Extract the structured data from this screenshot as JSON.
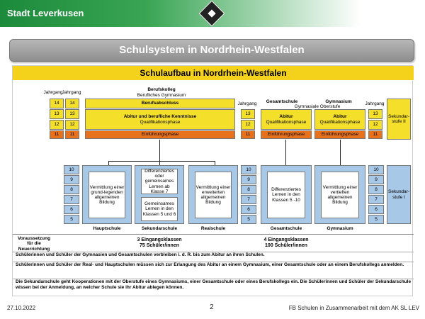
{
  "header": {
    "brand": "Stadt Leverkusen"
  },
  "slide": {
    "title": "Schulsystem in Nordrhein-Westfalen"
  },
  "diagram": {
    "title": "Schulaufbau in Nordrhein-Westfalen",
    "jahrgang": "Jahrgang",
    "jahrgang2": "Jahrgang",
    "upper_years": [
      "14",
      "13",
      "12",
      "11"
    ],
    "mid_years": [
      "13",
      "12",
      "11"
    ],
    "lower_years": [
      "10",
      "9",
      "8",
      "7",
      "6",
      "5"
    ],
    "berufskolleg": "Berufskolleg",
    "berufl_gym": "Berufliches Gymnasium",
    "berufsabschluss": "Berufsabschluss",
    "abitur_kenntnisse": "Abitur und berufliche Kenntnisse",
    "qualifikationsphase": "Qualifikationsphase",
    "einfuehrungsphase": "Einführungsphase",
    "gesamtschule": "Gesamtschule",
    "gymnasiale_oberstufe": "Gymnasiale Oberstufe",
    "gymnasium": "Gymnasium",
    "abitur": "Abitur",
    "sekundarstufe_ii": "Sekundar-stufe II",
    "sekundarstufe_i": "Sekundar-stufe I",
    "haupt_text": "Vermittlung einer grund-legenden allgemeinen Bildung",
    "sek_text1": "Differenziertes oder gemeinsames Lernen ab Klasse 7",
    "sek_text2": "Gemeinsames Lernen in den Klassen 5 und 6",
    "real_text": "Vermittlung einer erweiterten allgemeinen Bildung",
    "ges_text": "Differenziertes Lernen in den Klassen 5 -10",
    "gym_text": "Vermittlung einer vertieften allgemeinen Bildung",
    "hauptschule": "Hauptschule",
    "sekundarschule": "Sekundarschule",
    "realschule": "Realschule",
    "gesamtschule_label": "Gesamtschule",
    "gymnasium_label": "Gymnasium",
    "voraussetzung": "Voraussetzung für die Neuerrichtung",
    "sek_req": "3 Eingangsklassen 75 Schüler/innen",
    "ges_req": "4 Eingangsklassen 100 Schüler/innen",
    "notes": [
      "Schülerinnen und Schüler der Gymnasien und Gesamtschulen verbleiben i. d. R. bis zum Abitur an ihren Schulen.",
      "Schülerinnen und Schüler der Real- und Hauptschulen müssen sich zur Erlangung des Abitur an einem Gymnasium, einer Gesamtschule oder an einem Berufskollegs anmelden.",
      "Die Sekundarschule geht Kooperationen mit der Oberstufe eines Gymnasiums, einer Gesamtschule oder eines Berufskollegs ein. Die Schülerinnen und Schüler der Sekundarschule wissen bei der Anmeldung, an welcher Schule sie ihr Abitur ablegen können."
    ]
  },
  "footer": {
    "date": "27.10.2022",
    "page": "2",
    "source": "FB Schulen in Zusammenarbeit mit dem AK SL LEV"
  }
}
